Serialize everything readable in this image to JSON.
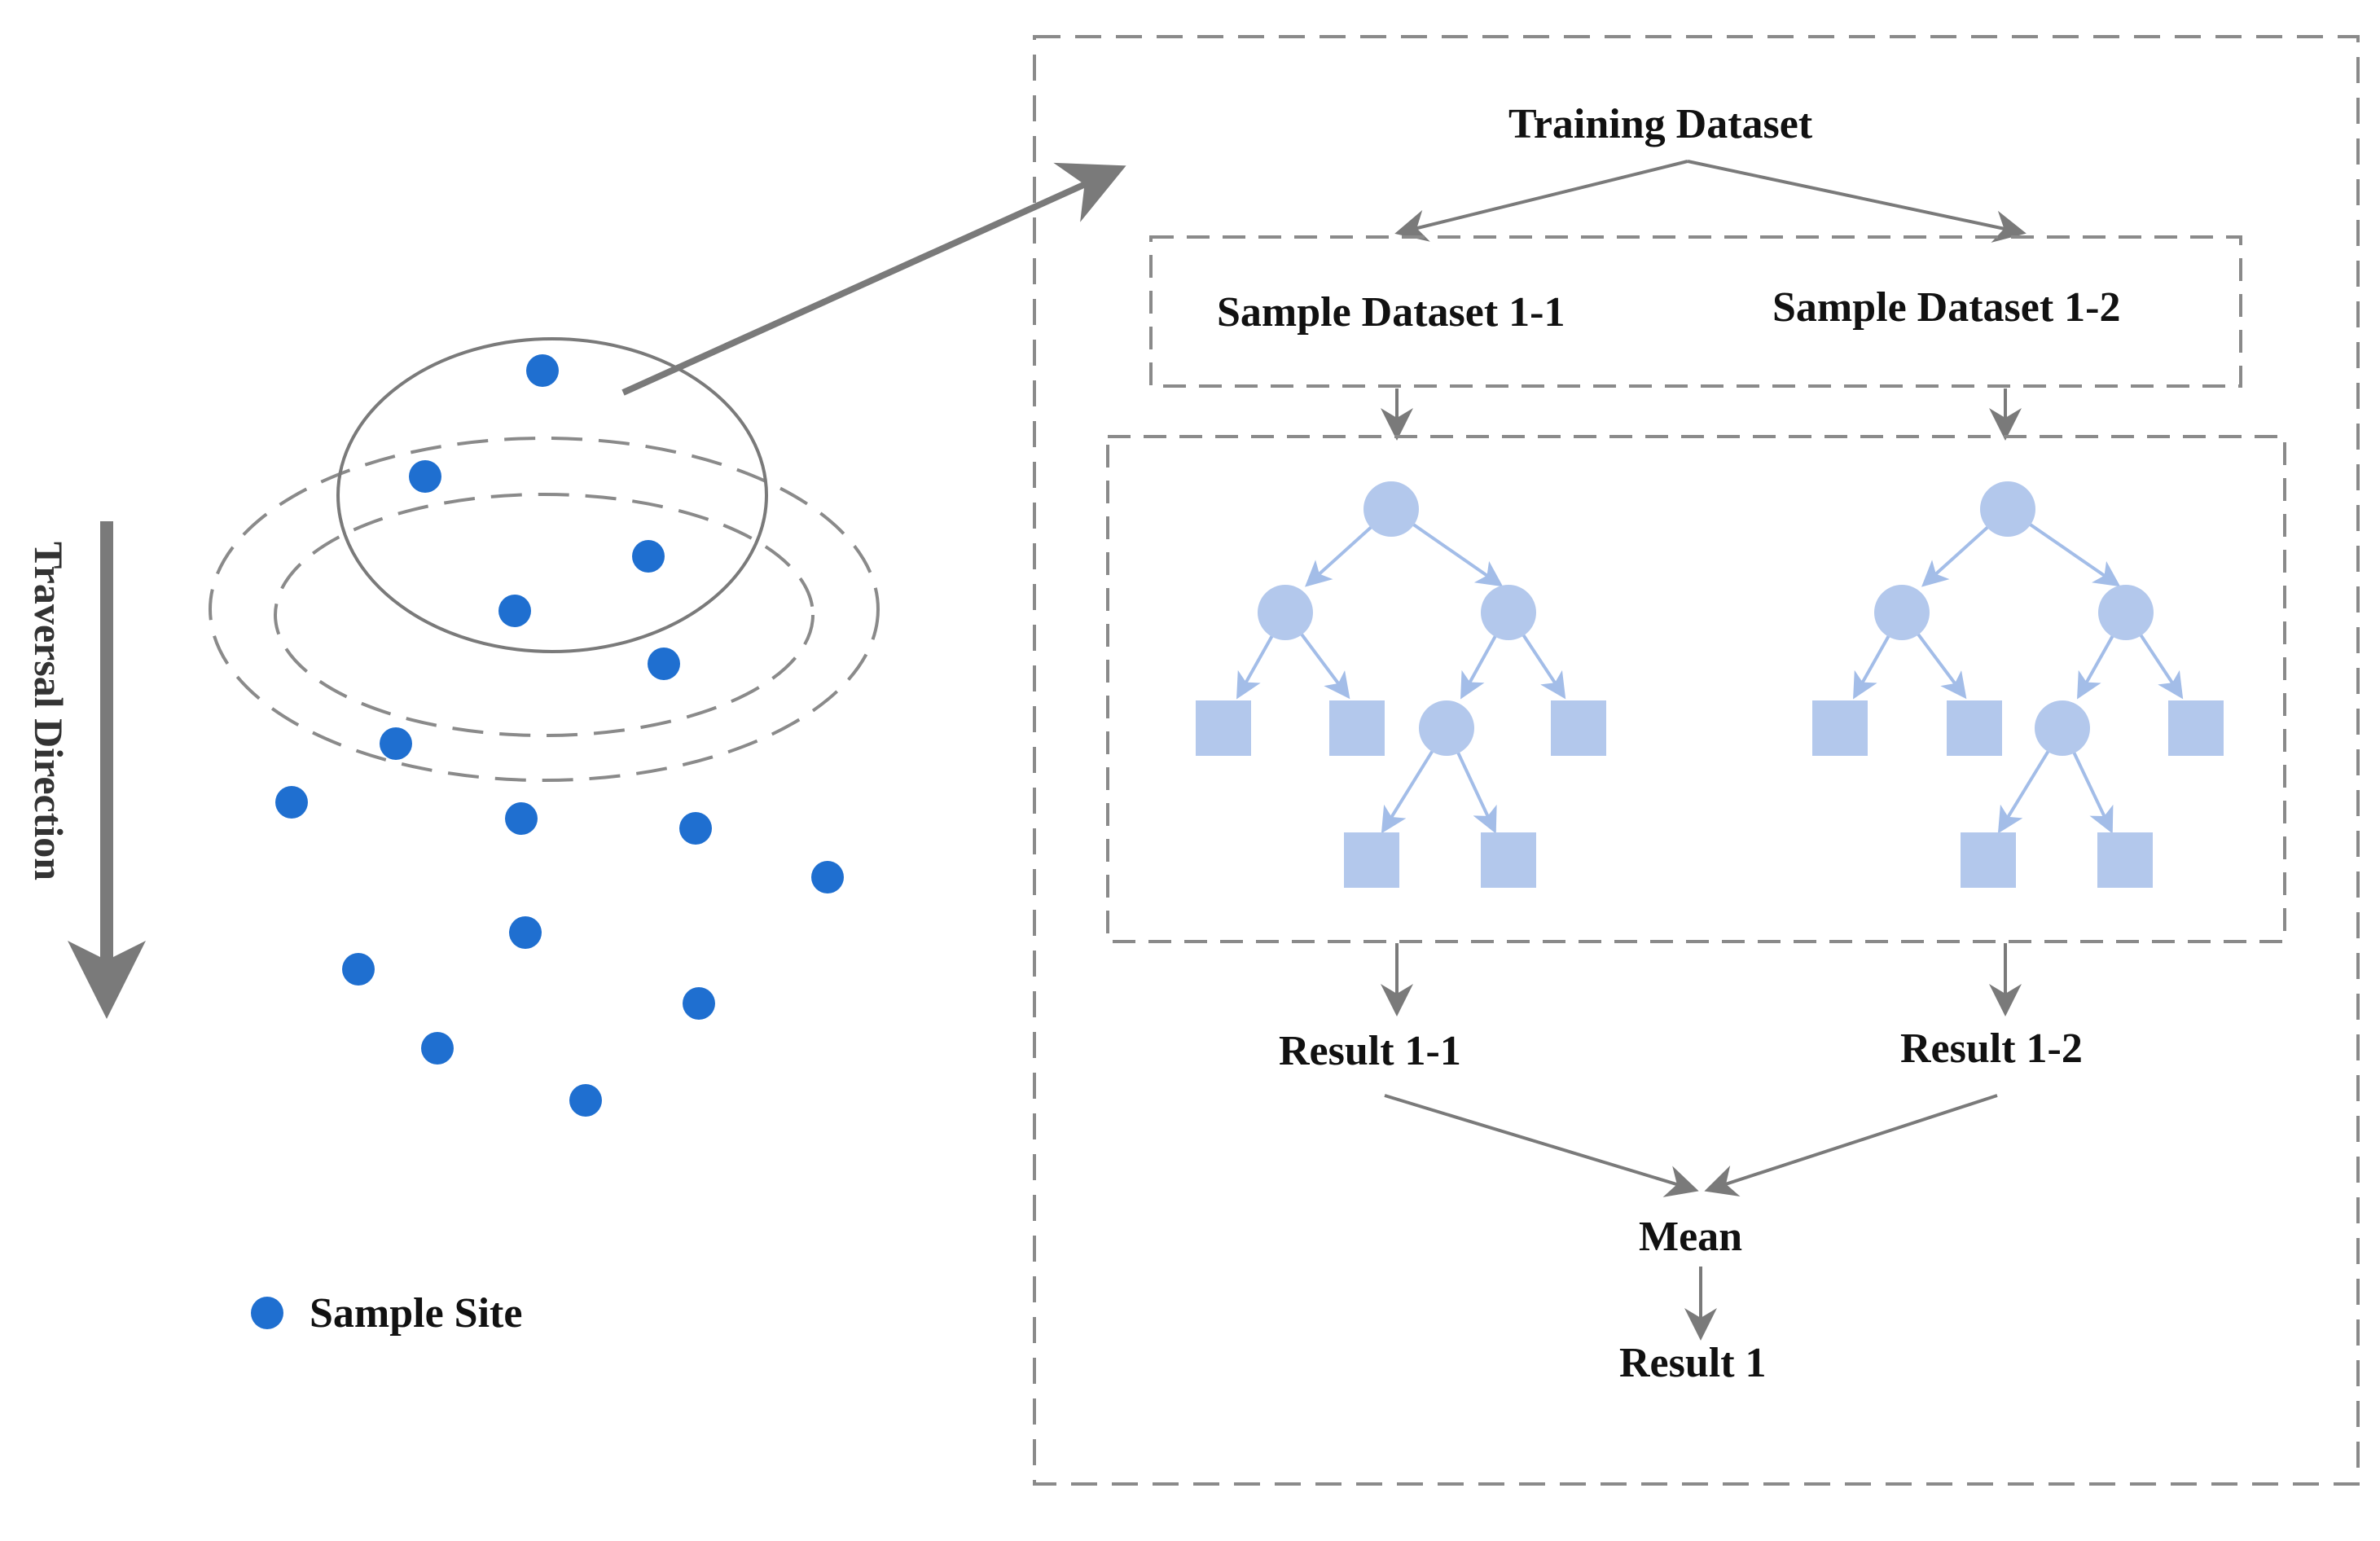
{
  "labels": {
    "traversal_direction": "Traversal Direction",
    "sample_site": "Sample Site",
    "training_dataset": "Training Dataset",
    "sample_dataset_1": "Sample Dataset 1-1",
    "sample_dataset_2": "Sample Dataset 1-2",
    "result_1_1": "Result 1-1",
    "result_1_2": "Result 1-2",
    "mean": "Mean",
    "result_1": "Result 1"
  },
  "colors": {
    "site": "#1f6fd0",
    "tree_node": "#b3c8ec",
    "tree_edge": "#a3bde8",
    "arrow": "#7a7a7a",
    "dash": "#8a8a8a",
    "text": "#111111"
  }
}
